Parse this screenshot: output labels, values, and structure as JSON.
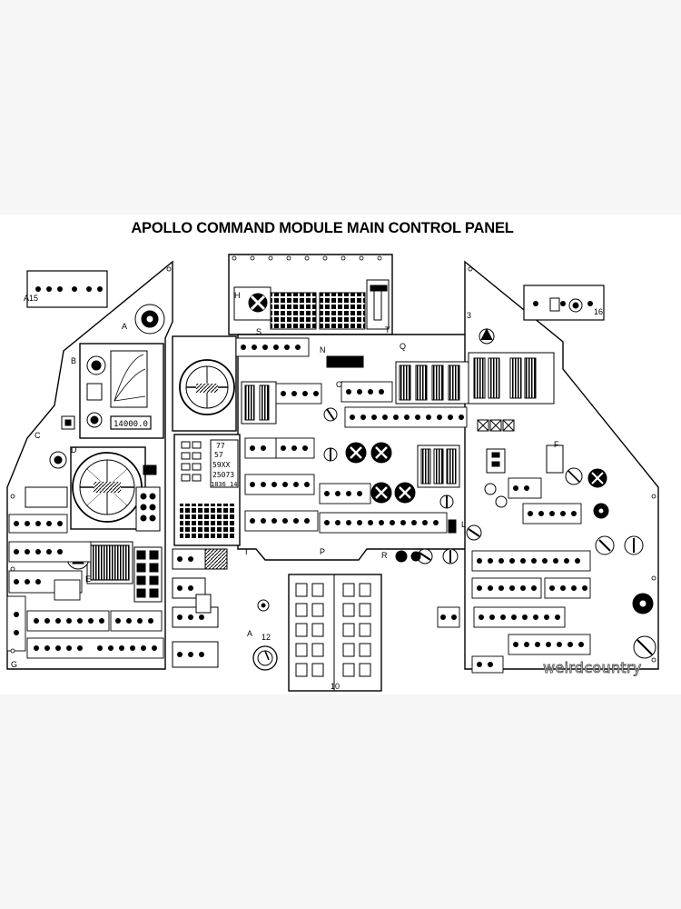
{
  "poster": {
    "title": "APOLLO COMMAND MODULE MAIN CONTROL PANEL",
    "watermark": "weirdcountry"
  },
  "panel_letters": [
    "A15",
    "A",
    "B",
    "C",
    "D",
    "E",
    "G",
    "H",
    "I",
    "L",
    "N",
    "O",
    "P",
    "Q",
    "R",
    "S",
    "T",
    "F",
    "16",
    "3",
    "12",
    "10",
    "A"
  ],
  "readouts": {
    "range_display": "14000.0",
    "dsky_rows": [
      "77",
      "57 ",
      "59XX",
      "25073",
      "1836 14"
    ]
  },
  "colors": {
    "ink": "#000000",
    "paper": "#ffffff",
    "backdrop": "#f6f6f6"
  }
}
